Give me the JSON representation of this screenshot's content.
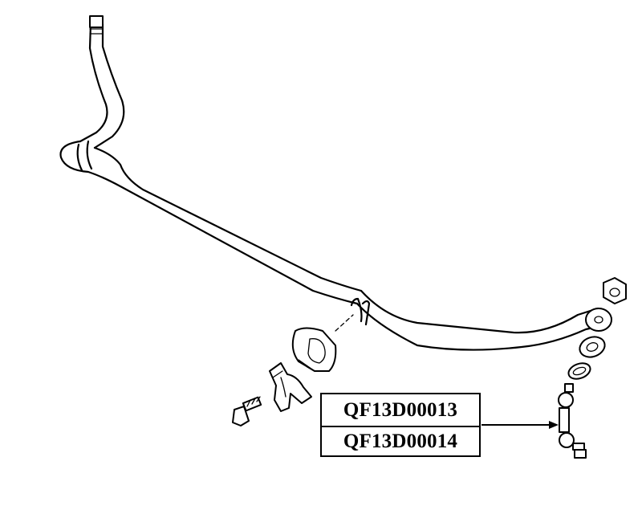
{
  "diagram": {
    "part_numbers": [
      "QF13D00013",
      "QF13D00014"
    ],
    "components": [
      "stabilizer-bar",
      "bar-bushing",
      "bushing-bracket",
      "bracket-bolt",
      "link-nut",
      "link-cushion",
      "link-washer",
      "stabilizer-link"
    ]
  }
}
